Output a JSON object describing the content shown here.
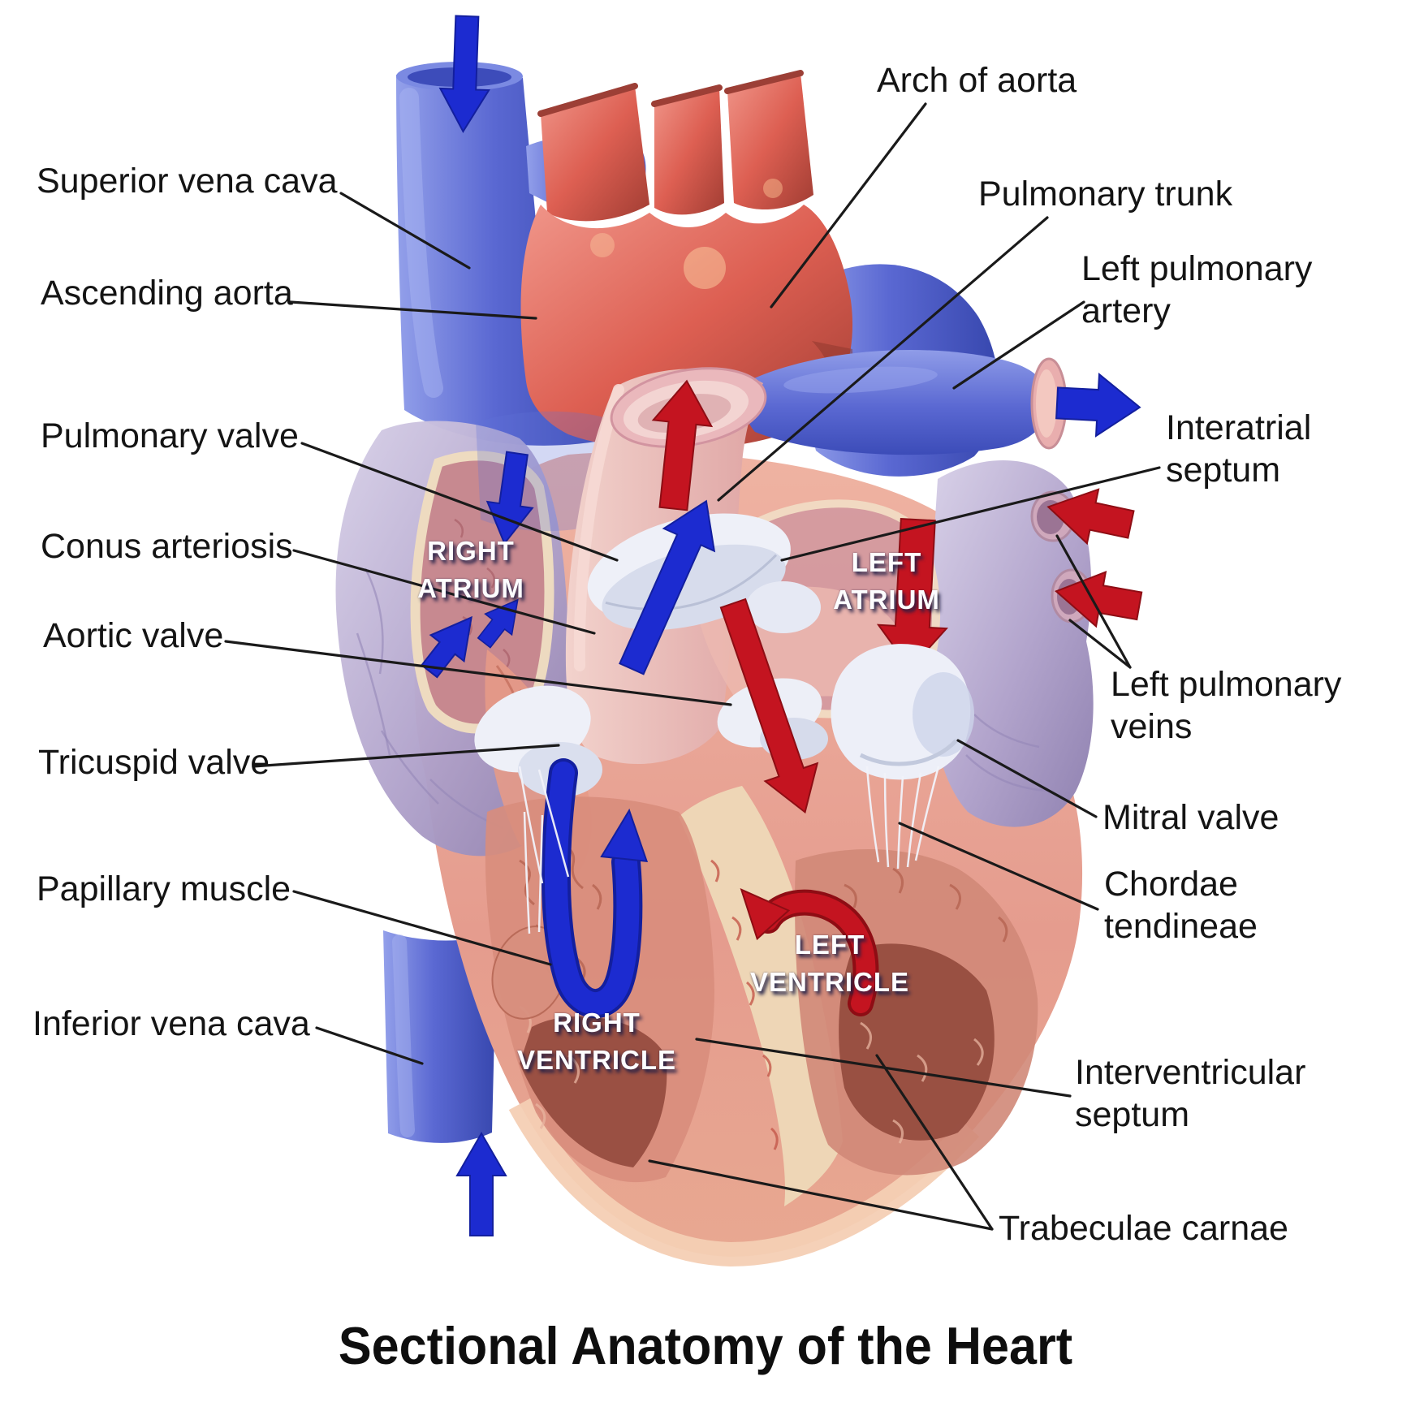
{
  "title": "Sectional Anatomy of the Heart",
  "figure": {
    "description": "Cut-away sectional illustration of the human heart with labeled chambers, valves and great vessels; blue arrows show deoxygenated blood flow, red arrows show oxygenated blood flow"
  },
  "labels": {
    "superior_vena_cava": "Superior vena cava",
    "ascending_aorta": "Ascending aorta",
    "pulmonary_valve": "Pulmonary valve",
    "conus_arteriosis": "Conus arteriosis",
    "aortic_valve": "Aortic valve",
    "tricuspid_valve": "Tricuspid valve",
    "papillary_muscle": "Papillary muscle",
    "inferior_vena_cava": "Inferior vena cava",
    "arch_of_aorta": "Arch of aorta",
    "pulmonary_trunk": "Pulmonary trunk",
    "left_pulmonary_artery": "Left pulmonary\nartery",
    "interatrial_septum": "Interatrial\nseptum",
    "left_pulmonary_veins": "Left pulmonary\nveins",
    "mitral_valve": "Mitral valve",
    "chordae_tendineae": "Chordae\ntendineae",
    "interventricular_septum": "Interventricular\nseptum",
    "trabeculae_carnae": "Trabeculae carnae"
  },
  "chambers": {
    "right_atrium": "RIGHT\nATRIUM",
    "left_atrium": "LEFT\nATRIUM",
    "right_ventricle": "RIGHT\nVENTRICLE",
    "left_ventricle": "LEFT\nVENTRICLE"
  },
  "colors": {
    "oxygenated_vessel_red": "#d05a4e",
    "deoxygenated_vessel_blue": "#5a68d2",
    "flow_arrow_red": "#c41420",
    "flow_arrow_blue": "#1c2bd0",
    "heart_muscle_salmon": "#e59c8e",
    "atrium_wall_lavender": "#b2a4cc",
    "septum_cream": "#eed6b6",
    "label_text": "#141414",
    "background": "#ffffff"
  }
}
